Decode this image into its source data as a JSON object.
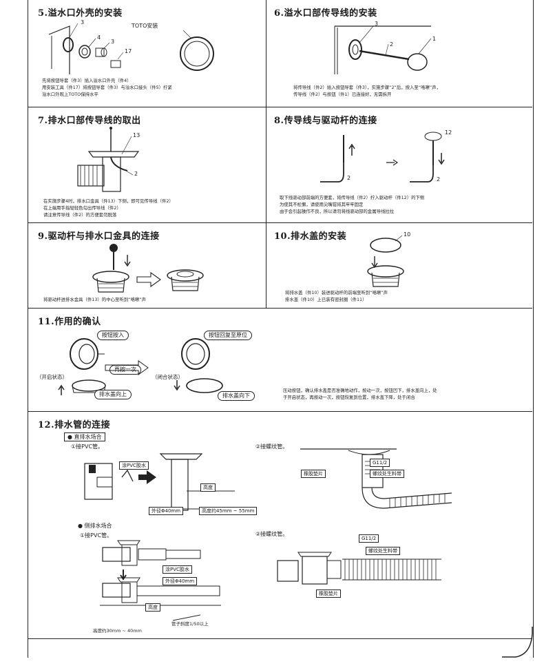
{
  "s5": {
    "title": "5.溢水口外壳的安装",
    "brand": "TOTO安装",
    "parts": [
      "3",
      "4",
      "3",
      "17"
    ],
    "notes": [
      "先将按钮导套（件3）插入溢水口外壳（件4）",
      "用安装工具（件17）将按钮导套（件3）与溢水口接头（件5）拧紧",
      "溢水口外观上TOTO保持水平"
    ]
  },
  "s6": {
    "title": "6.溢水口部传导线的安装",
    "parts": [
      "3",
      "2",
      "1"
    ],
    "notes": [
      "将传导线（件2）插入按钮导套（件3），实施步骤“2”后，按入至“咯嚓”声，",
      "传导线（件2）与按钮（件1）已连接好，无需拆开"
    ]
  },
  "s7": {
    "title": "7.排水口部传导线的取出",
    "parts": [
      "13",
      "2"
    ],
    "notes": [
      "在实施步骤4时，排水口金具（件13）下侧，即可见传导线（件2）",
      "在上端用手指轻轻色勾出传导线（件2）",
      "请注意传导线（件2）的方便套勿脱落"
    ]
  },
  "s8": {
    "title": "8.传导线与驱动杆的连接",
    "parts": [
      "2",
      "12",
      "2"
    ],
    "notes": [
      "取下线驱动部前端的方便套，将传导线（件2）拧入驱动杆（件12）的下侧",
      "为使其不松懈，请使用尖嘴钳将其牢牢固定",
      "由于会引起操作不良，所以请勿将线驱动部的金属导线拉拉"
    ]
  },
  "s9": {
    "title": "9.驱动杆与排水口金具的连接",
    "notes": [
      "将驱动杆进排水金具（件13）的中心至听到“咯嚓”声"
    ]
  },
  "s10": {
    "title": "10.排水盖的安装",
    "parts": [
      "10"
    ],
    "notes": [
      "将排水盖（件10）装进驱动杆的前端至听到“咯嚓”声",
      "排水盖（件10）上已装有密封圈（件11）"
    ]
  },
  "s11": {
    "title": "11.作用的确认",
    "labels": {
      "press": "按钮按入",
      "return": "按钮回复至原位",
      "open": "（开启状态）",
      "closed": "（闭合状态）",
      "press_again": "再按一次",
      "cap_up": "排水盖向上",
      "cap_down": "排水盖向下"
    },
    "notes": [
      "压动按钮，确认排水盖是否准确地动作，按动一次，按钮凹下，排水盖向上，处",
      "于开启状态，再按动一次，按钮恢复到位置，排水盖下降，处于闭合"
    ]
  },
  "s12": {
    "title": "12.排水管的连接",
    "direct": "直排水场合",
    "side": "侧排水场合",
    "pvc": "①接PVC管。",
    "corrugated": "②接螺纹管。",
    "pvc_glue": "涂PVC胶水",
    "outer_dia": "外径Φ40mm",
    "height": "高度",
    "height_range_1": "高度约45mm ~ 55mm",
    "height_range_2": "高度约30mm ~ 40mm",
    "slope": "管子斜度1/50以上",
    "g112": "G11/2",
    "seal_gasket": "橡胶垫片",
    "tape": "螺纹处生料带"
  }
}
